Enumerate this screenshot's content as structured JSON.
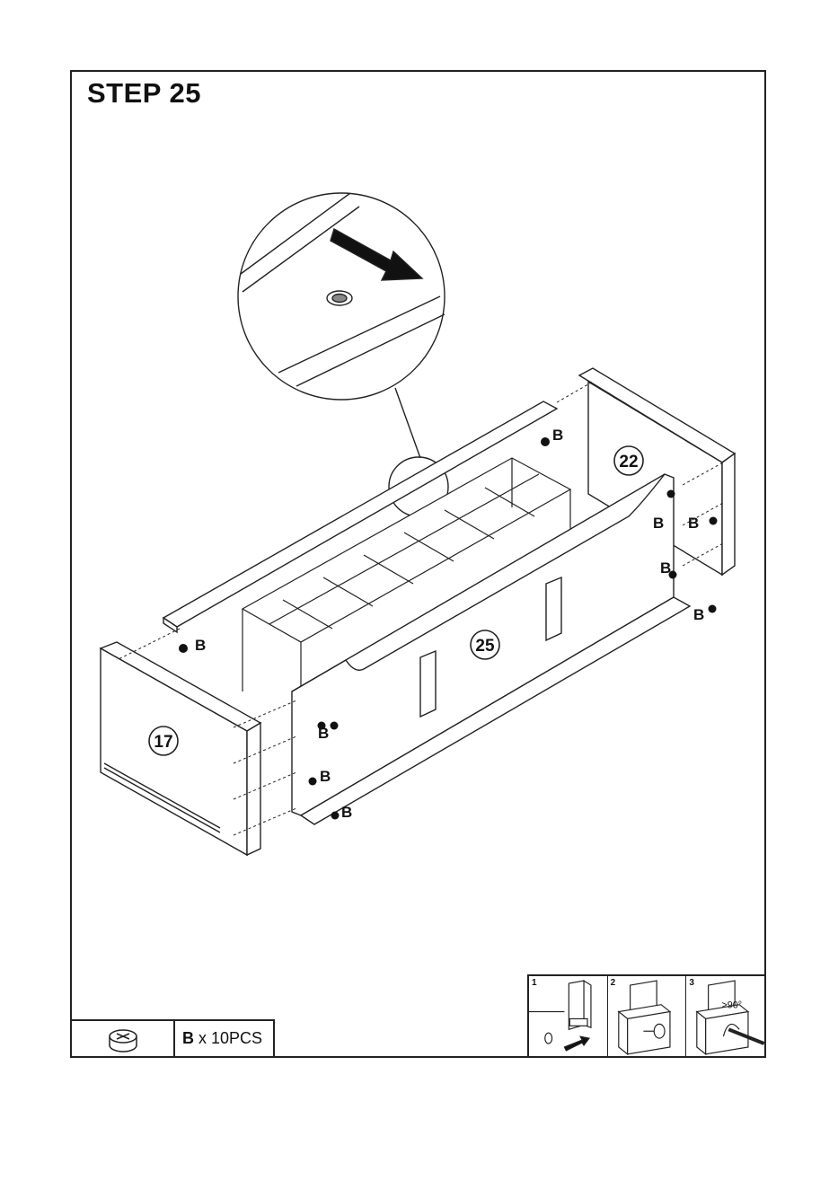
{
  "title": "STEP 25",
  "panels": {
    "left_side": "17",
    "right_side": "22",
    "front": "25"
  },
  "fitting_label": "B",
  "parts": {
    "code": "B",
    "quantity": "x 10PCS",
    "icon": "cam-lock-icon"
  },
  "install_steps": [
    {
      "number": "1"
    },
    {
      "number": "2"
    },
    {
      "number": "3",
      "note": ">90°"
    }
  ]
}
